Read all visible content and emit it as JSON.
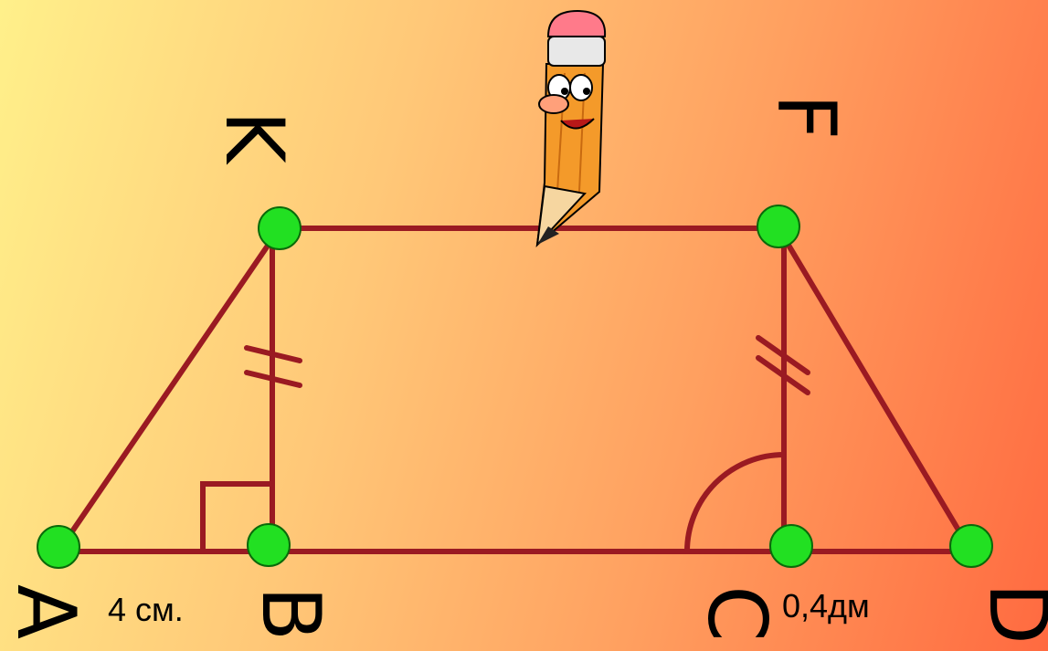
{
  "vertices": {
    "A": "A",
    "B": "B",
    "C": "C",
    "D": "D",
    "K": "K",
    "F": "F"
  },
  "measurements": {
    "ab": "4 см.",
    "cd": "0,4дм"
  },
  "colors": {
    "edge": "#9a1a22",
    "point_fill": "#22e022",
    "point_stroke": "#0a6a0a"
  },
  "icons": {
    "mascot": "pencil-mascot-icon"
  }
}
